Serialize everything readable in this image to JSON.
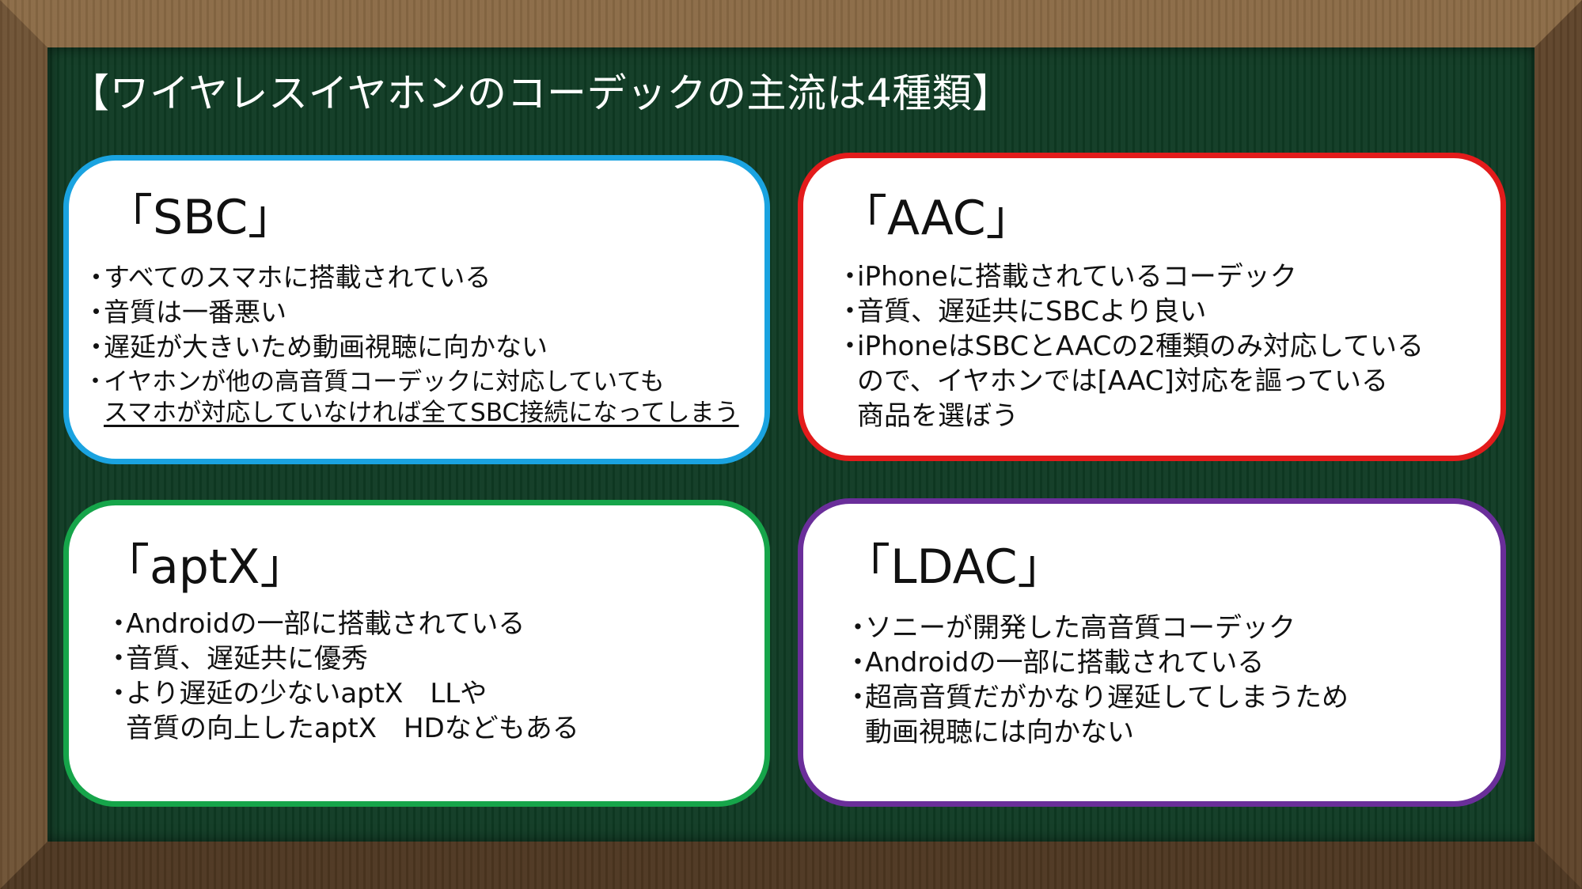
{
  "title": "【ワイヤレスイヤホンのコーデックの主流は4種類】",
  "colors": {
    "board": "#0f3a23",
    "frame": "#6e5234",
    "sbc": "#1aa3e0",
    "aac": "#e31b1b",
    "aptx": "#16a54a",
    "ldac": "#6a2e9a"
  },
  "cards": {
    "sbc": {
      "heading": "「SBC」",
      "lines": [
        "すべてのスマホに搭載されている",
        "音質は一番悪い",
        "遅延が大きいため動画視聴に向かない",
        "イヤホンが他の高音質コーデックに対応していても",
        "スマホが対応していなければ全てSBC接続になってしまう"
      ]
    },
    "aac": {
      "heading": "「AAC」",
      "lines": [
        "iPhoneに搭載されているコーデック",
        "音質、遅延共にSBCより良い",
        "iPhoneはSBCとAACの2種類のみ対応している",
        "ので、イヤホンでは[AAC]対応を謳っている",
        "商品を選ぼう"
      ]
    },
    "aptx": {
      "heading": "「aptX」",
      "lines": [
        "Androidの一部に搭載されている",
        "音質、遅延共に優秀",
        "より遅延の少ないaptX　LLや",
        "音質の向上したaptX　HDなどもある"
      ]
    },
    "ldac": {
      "heading": "「LDAC」",
      "lines": [
        "ソニーが開発した高音質コーデック",
        "Androidの一部に搭載されている",
        "超高音質だがかなり遅延してしまうため",
        "動画視聴には向かない"
      ]
    }
  },
  "bullet": "・"
}
